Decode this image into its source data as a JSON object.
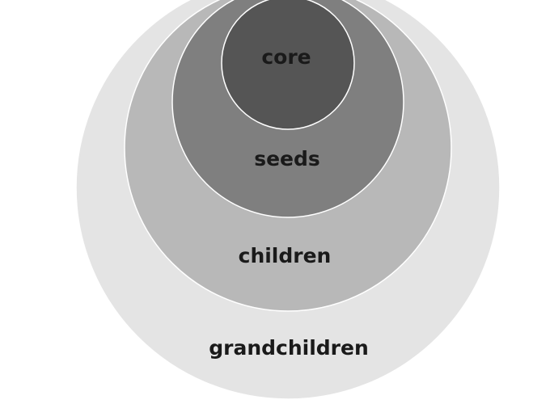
{
  "diagram": {
    "rings": [
      {
        "id": "grandchildren",
        "label": "grandchildren",
        "color": "#e4e4e4"
      },
      {
        "id": "children",
        "label": "children",
        "color": "#b8b8b8"
      },
      {
        "id": "seeds",
        "label": "seeds",
        "color": "#7f7f7f"
      },
      {
        "id": "core",
        "label": "core",
        "color": "#555555"
      }
    ]
  }
}
